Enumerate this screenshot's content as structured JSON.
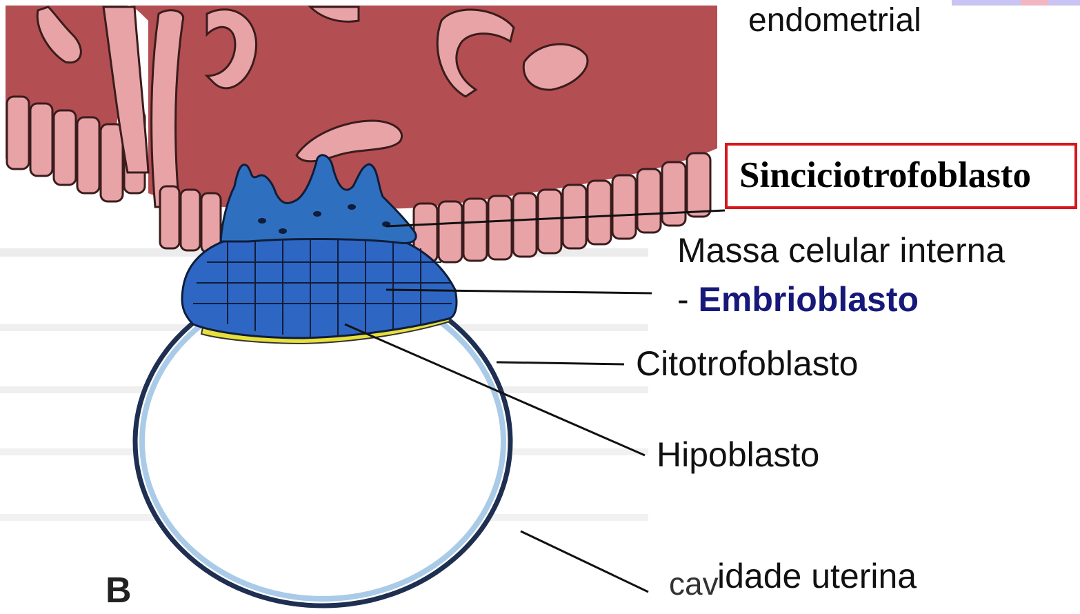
{
  "labels": {
    "endometrial": "endometrial",
    "sinciciotrofoblasto": "Sinciciotrofoblasto",
    "massa_celular_interna": "Massa celular interna",
    "embrio_prefix": "- ",
    "embrioblasto": "Embrioblasto",
    "citotrofoblasto": "Citotrofoblasto",
    "hipoblasto": "Hipoblasto",
    "cavidade_prefix": "cav",
    "cavidade_rest": "idade  uterina",
    "panel_letter": "B"
  },
  "colors": {
    "endometrium_stroma": "#b34e52",
    "epithelium_cell": "#e8a3a7",
    "syncytiotrophoblast": "#2f6fbf",
    "embryoblast": "#2e66c4",
    "hypoblast": "#e8e03a",
    "cytotrophoblast": "#a9cbe8",
    "highlight_box": "#d8151b",
    "embrioblasto_text": "#17197a"
  }
}
